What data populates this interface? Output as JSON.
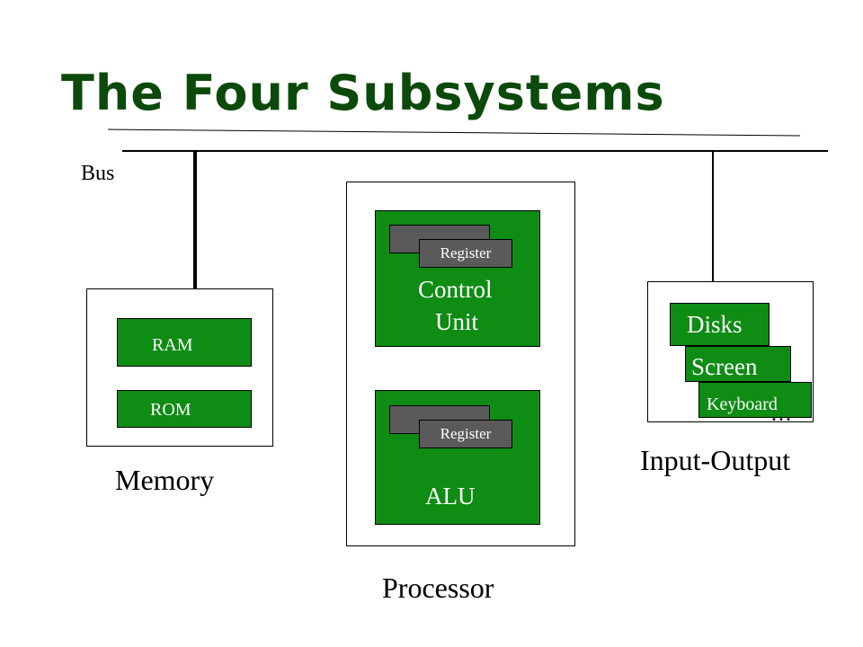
{
  "title": "The Four Subsystems",
  "bus_label": "Bus",
  "memory": {
    "label": "Memory",
    "items": [
      "RAM",
      "ROM"
    ]
  },
  "processor": {
    "label": "Processor",
    "control_unit": {
      "label_line1": "Control",
      "label_line2": "Unit",
      "register_label": "Register"
    },
    "alu": {
      "label": "ALU",
      "register_label": "Register"
    }
  },
  "io": {
    "label": "Input-Output",
    "devices": [
      "Disks",
      "Screen",
      "Keyboard"
    ],
    "ellipsis": "…"
  },
  "colors": {
    "title": "#0b4a0b",
    "component_fill": "#0e8c14",
    "register_fill": "#5a5a5a"
  }
}
